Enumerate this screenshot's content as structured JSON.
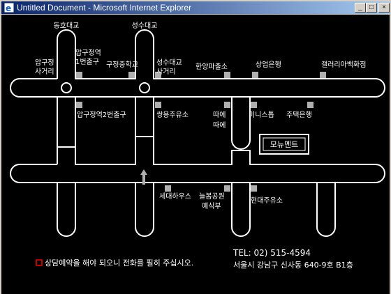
{
  "window": {
    "title": "Untitled Document - Microsoft Internet Explorer",
    "buttons": {
      "minimize": "_",
      "maximize": "□",
      "close": "×"
    }
  },
  "map": {
    "labels": {
      "dongho_bridge": "동호대교",
      "seongsu_bridge": "성수대교",
      "apgujeong_crossroads_1": "압구정",
      "apgujeong_crossroads_2": "사거리",
      "apgujeong_exit1_1": "압구정역",
      "apgujeong_exit1_2": "1번출구",
      "gujeong_middle_school": "구정중학교",
      "seongsu_crossroads_1": "성수대교",
      "seongsu_crossroads_2": "사거리",
      "hanyang_hall": "한양파출소",
      "sangeop_bank": "상업은행",
      "galleria": "갤러리아백화점",
      "apgujeong_exit2": "압구정역2번출구",
      "ssangyong_gas": "쌍용주유소",
      "ttaee_1": "따에",
      "ttaee_2": "따에",
      "minisop": "미니스톱",
      "housing_bank": "주택은행",
      "monument": "모뉴멘트",
      "sedae_house": "세대하우스",
      "neulbom_1": "늘봄공원",
      "neulbom_2": "예식부",
      "hyundai_gas": "현대주유소"
    },
    "footer": {
      "notice": "상담예약을 해야 되오니 전화를 필히 주십시오.",
      "tel": "TEL: 02) 515-4594",
      "address": "서울시 강남구 신사동 640-9호 B1층"
    },
    "colors": {
      "background": "#000000",
      "road": "#ffffff",
      "marker": "#b0b0b0",
      "notice_box": "#ff0000"
    }
  }
}
